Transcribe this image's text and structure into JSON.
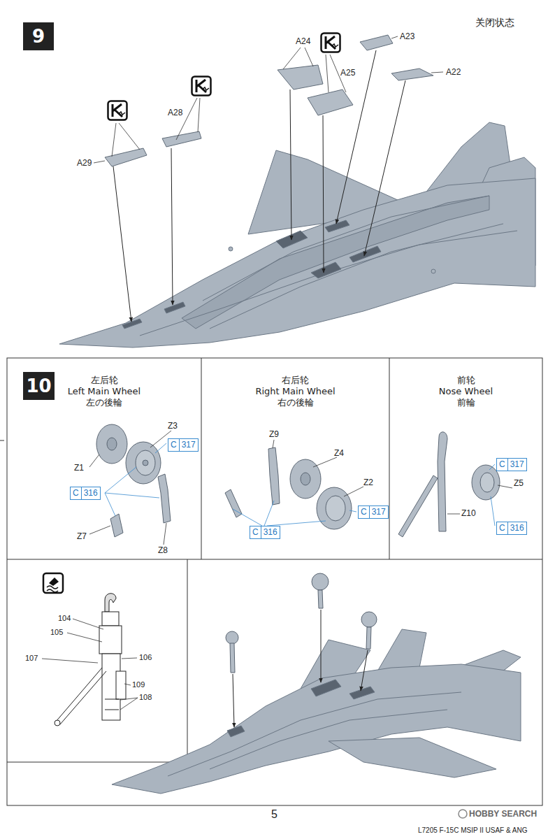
{
  "diagram": {
    "nodes": [
      {
        "text": [
          "9"
        ]
      },
      {
        "text": [
          "10"
        ]
      },
      {
        "text": [
          "左后轮",
          "Left Main Wheel",
          "左の後輪"
        ]
      },
      {
        "text": [
          "C",
          "317"
        ],
        "in": 2
      },
      {
        "text": [
          "C",
          "316"
        ],
        "in": 2
      },
      {
        "text": [
          "右后轮",
          "Right Main Wheel",
          "右の後輪"
        ]
      },
      {
        "text": [
          "C",
          "316"
        ],
        "in": 5
      },
      {
        "text": [
          "C",
          "317"
        ],
        "in": 5
      },
      {
        "text": [
          "前轮",
          "Nose Wheel",
          "前輪"
        ]
      },
      {
        "text": [
          "C",
          "317"
        ],
        "in": 8
      },
      {
        "text": [
          "C",
          "316"
        ],
        "in": 8
      }
    ],
    "labels": [
      "关闭状态",
      "A24",
      "A25",
      "A23",
      "A22",
      "A28",
      "A29",
      "Z1",
      "Z3",
      "Z7",
      "Z8",
      "Z9",
      "Z4",
      "Z2",
      "Z5",
      "Z10",
      "104",
      "105",
      "107",
      "106",
      "109",
      "108",
      "5",
      "L7205 F-15C MSIP II USAF & ANG",
      "HOBBY SEARCH"
    ]
  }
}
